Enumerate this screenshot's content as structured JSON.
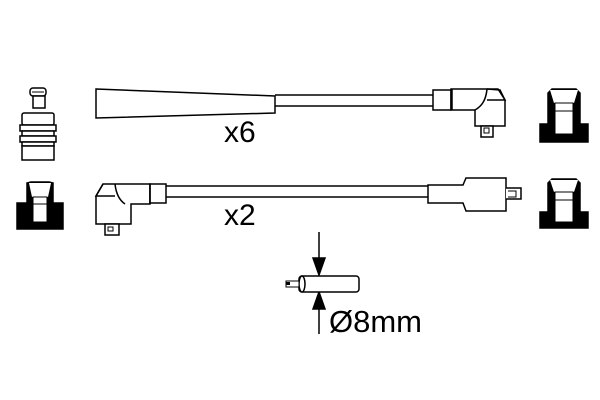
{
  "diagram": {
    "type": "ignition-cable-set",
    "cables": [
      {
        "id": "cable-1",
        "quantity_label": "x6",
        "end_a": "straight boot (spark plug)",
        "end_b": "90° angled boot"
      },
      {
        "id": "cable-2",
        "quantity_label": "x2",
        "end_a": "90° angled boot",
        "end_b": "straight connector"
      }
    ],
    "connectors_left": [
      "spark-plug-terminal",
      "sleeve-cap"
    ],
    "connectors_right": [
      "sleeve-cap",
      "sleeve-cap"
    ],
    "wire_diameter_label": "Ø8mm",
    "colors": {
      "line": "#000000",
      "background": "#ffffff"
    }
  }
}
